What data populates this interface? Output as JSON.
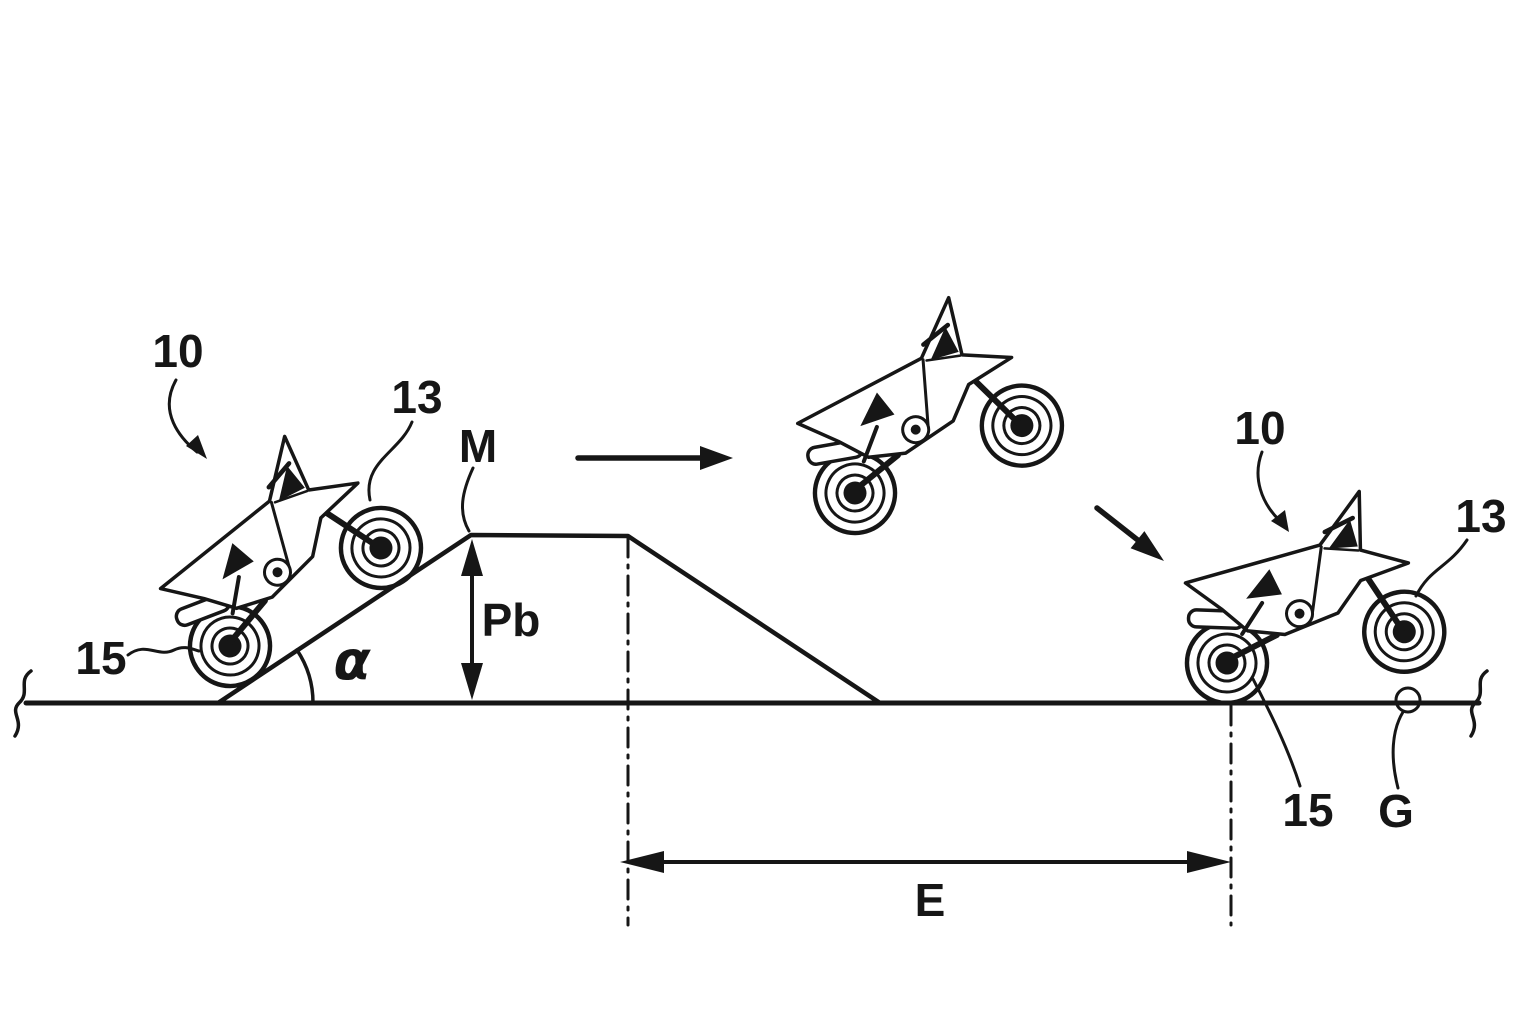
{
  "figure": {
    "description": "Patent-style line drawing of a motorcycle riding up a ramp, flying through the air, and landing on the ground",
    "background_color": "#ffffff",
    "ink_color": "#161616",
    "callouts": {
      "bike_ascending_ref": "10",
      "bike_ascending_front_wheel_ref": "13",
      "bike_ascending_rear_wheel_ref": "15",
      "ramp_peak_ref": "M",
      "ramp_height_ref": "Pb",
      "ramp_angle_ref": "α",
      "bike_landing_ref": "10",
      "bike_landing_front_wheel_ref": "13",
      "bike_landing_rear_wheel_ref": "15",
      "ground_ref": "G",
      "jump_distance_ref": "E"
    }
  }
}
